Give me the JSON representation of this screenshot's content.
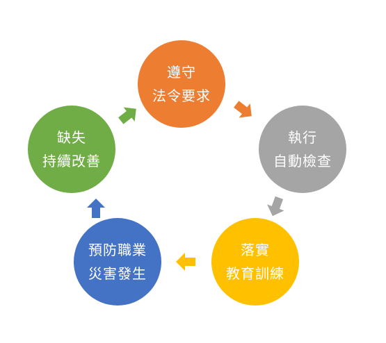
{
  "diagram": {
    "nodes": [
      {
        "line1": "遵守",
        "line2": "法令要求",
        "color": "#ED7D31"
      },
      {
        "line1": "執行",
        "line2": "自動檢查",
        "color": "#A5A5A5"
      },
      {
        "line1": "落實",
        "line2": "教育訓練",
        "color": "#FFC000"
      },
      {
        "line1": "預防職業",
        "line2": "災害發生",
        "color": "#4472C4"
      },
      {
        "line1": "缺失",
        "line2": "持續改善",
        "color": "#70AD47"
      }
    ],
    "arrows": [
      {
        "from": "遵守",
        "to": "執行",
        "color": "#ED7D31"
      },
      {
        "from": "執行",
        "to": "落實",
        "color": "#A5A5A5"
      },
      {
        "from": "落實",
        "to": "預防職業",
        "color": "#FFC000"
      },
      {
        "from": "預防職業",
        "to": "缺失",
        "color": "#4472C4"
      },
      {
        "from": "缺失",
        "to": "遵守",
        "color": "#70AD47"
      }
    ]
  }
}
